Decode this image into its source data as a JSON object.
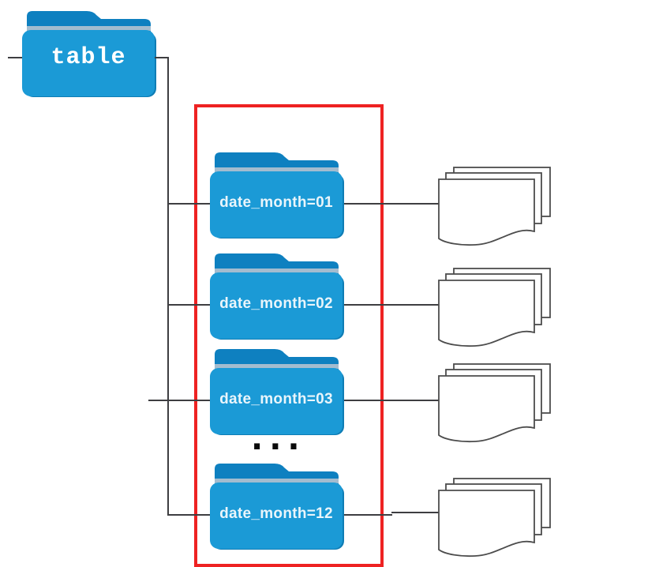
{
  "diagram": {
    "root_folder": {
      "label": "table"
    },
    "partitions": [
      {
        "label": "date_month=01"
      },
      {
        "label": "date_month=02"
      },
      {
        "label": "date_month=03"
      },
      {
        "label": "date_month=12"
      }
    ],
    "ellipsis": "...",
    "icons": {
      "folder": "folder-icon",
      "files": "file-stack-icon"
    },
    "colors": {
      "folder_body": "#1b9ad6",
      "folder_flap": "#0e80c0",
      "folder_stripe": "#a3bccf",
      "folder_shadow": "#0f7db5",
      "highlight_box": "#ee2222",
      "connector_line": "#3e3e41",
      "label_text": "#e9f5fb",
      "page_fill": "#ffffff",
      "page_stroke": "#4c4c4c"
    }
  }
}
